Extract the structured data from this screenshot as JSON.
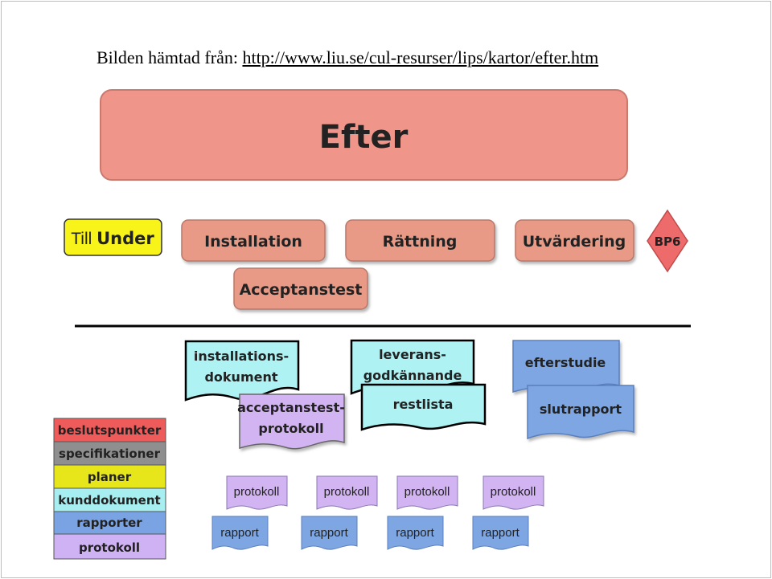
{
  "caption": {
    "prefix": "Bilden hämtad från: ",
    "url": "http://www.liu.se/cul-resurser/lips/kartor/efter.htm"
  },
  "colors": {
    "salmon": "#f0958a",
    "salmon_stroke": "#c9796e",
    "phase_fill": "#e89a86",
    "yellow": "#f8f41a",
    "diamond": "#ee6b6b",
    "cyan": "#aef2f4",
    "lavender": "#d2b4f2",
    "blue": "#7ea6e2",
    "light_blue_doc": "#c8dcf5",
    "legend_red": "#ee5b5b",
    "legend_gray": "#8f8f8f",
    "legend_yellow": "#e6e61a",
    "legend_cyan": "#a7eef1",
    "legend_blue": "#7aa3e3",
    "legend_violet": "#cfb2f3"
  },
  "title": "Efter",
  "prev_phase": {
    "prefix": "Till ",
    "bold": "Under"
  },
  "phases": [
    "Installation",
    "Rättning",
    "Utvärdering",
    "Acceptanstest"
  ],
  "milestone": "BP6",
  "documents": {
    "installation_doc": [
      "installations-",
      "dokument"
    ],
    "acceptance_protocol": [
      "acceptanstest-",
      "protokoll"
    ],
    "delivery_approval": [
      "leverans-",
      "godkännande"
    ],
    "remaining_list": "restlista",
    "post_study": "efterstudie",
    "final_report": "slutrapport",
    "protocol": "protokoll",
    "report": "rapport"
  },
  "legend": [
    {
      "label": "beslutspunkter",
      "color": "#ee5b5b"
    },
    {
      "label": "specifikationer",
      "color": "#8f8f8f"
    },
    {
      "label": "planer",
      "color": "#e6e61a"
    },
    {
      "label": "kunddokument",
      "color": "#a7eef1"
    },
    {
      "label": "rapporter",
      "color": "#7aa3e3"
    },
    {
      "label": "protokoll",
      "color": "#cfb2f3"
    }
  ]
}
